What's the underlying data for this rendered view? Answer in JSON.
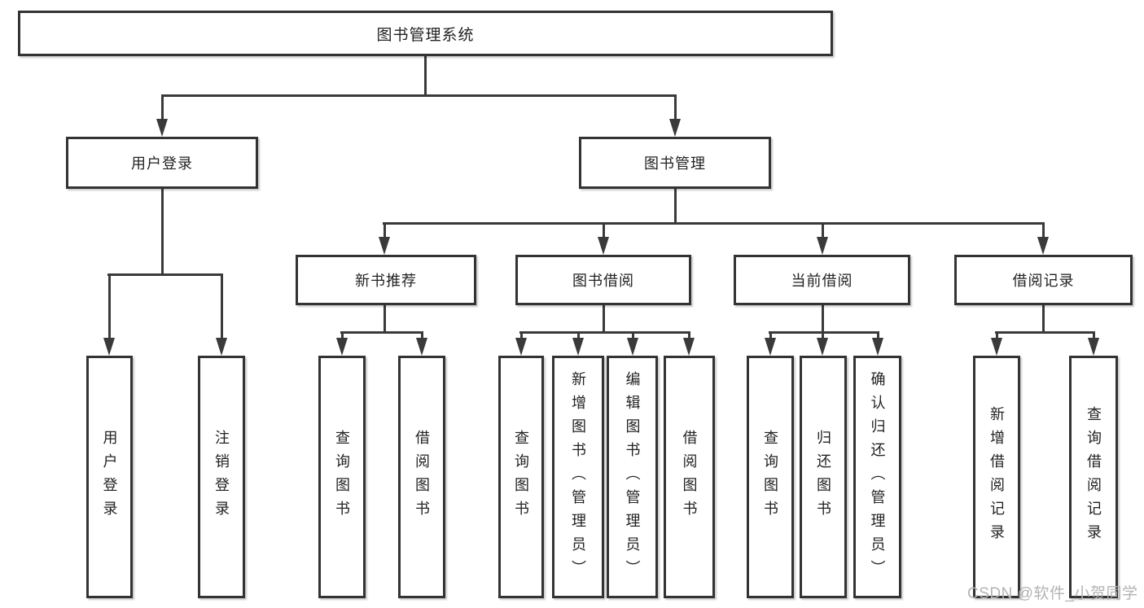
{
  "colors": {
    "line": "#3a3a3a",
    "border": "#333333",
    "text": "#222222",
    "watermark": "#b3b3b3",
    "background": "#ffffff"
  },
  "watermark": "CSDN @软件_小贺同学",
  "tree": {
    "label": "图书管理系统",
    "children": [
      {
        "label": "用户登录",
        "children": [
          {
            "label": "用户登录"
          },
          {
            "label": "注销登录"
          }
        ]
      },
      {
        "label": "图书管理",
        "children": [
          {
            "label": "新书推荐",
            "children": [
              {
                "label": "查询图书"
              },
              {
                "label": "借阅图书"
              }
            ]
          },
          {
            "label": "图书借阅",
            "children": [
              {
                "label": "查询图书"
              },
              {
                "label": "新增图书（管理员）"
              },
              {
                "label": "编辑图书（管理员）"
              },
              {
                "label": "借阅图书"
              }
            ]
          },
          {
            "label": "当前借阅",
            "children": [
              {
                "label": "查询图书"
              },
              {
                "label": "归还图书"
              },
              {
                "label": "确认归还（管理员）"
              }
            ]
          },
          {
            "label": "借阅记录",
            "children": [
              {
                "label": "新增借阅记录"
              },
              {
                "label": "查询借阅记录"
              }
            ]
          }
        ]
      }
    ]
  }
}
